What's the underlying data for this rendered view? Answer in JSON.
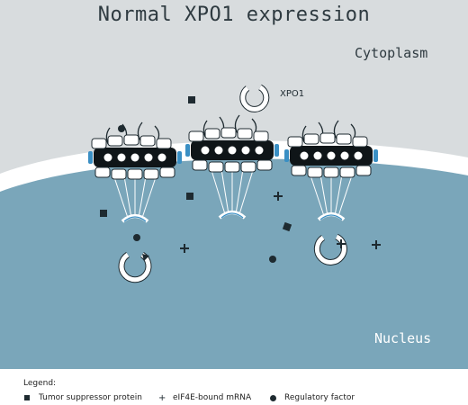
{
  "title": "Normal XPO1 expression",
  "regions": {
    "cytoplasm": "Cytoplasm",
    "nucleus": "Nucleus"
  },
  "protein_label": "XPO1",
  "legend": {
    "title": "Legend:",
    "items": [
      {
        "icon": "square-icon",
        "label": "Tumor suppressor protein"
      },
      {
        "icon": "plus-icon",
        "label": "eIF4E-bound mRNA"
      },
      {
        "icon": "dot-icon",
        "label": "Regulatory factor"
      }
    ]
  },
  "colors": {
    "cytoplasm": "#d8dcde",
    "nucleus": "#7aa6ba",
    "envelope": "#ffffff",
    "dark": "#1e2a30",
    "pore_accent": "#3a8fc4"
  }
}
